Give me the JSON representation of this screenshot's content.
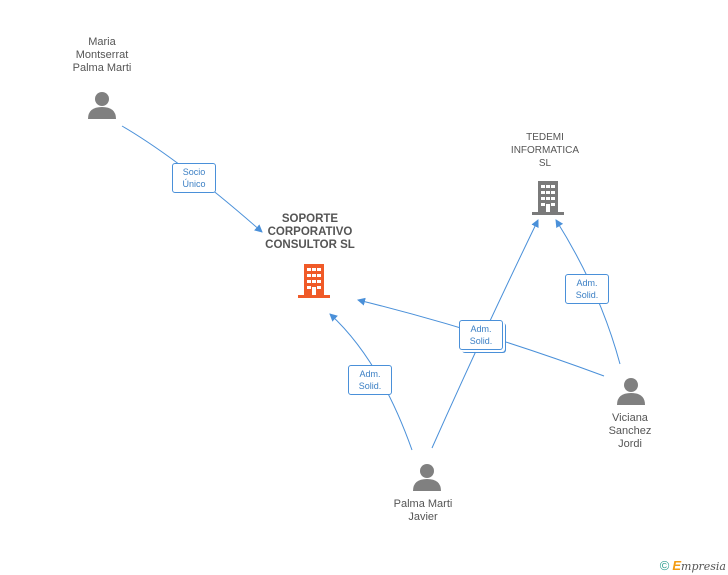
{
  "nodes": {
    "maria": {
      "lines": [
        "Maria",
        "Montserrat",
        "Palma Marti"
      ]
    },
    "soporte": {
      "lines": [
        "SOPORTE",
        "CORPORATIVO",
        "CONSULTOR SL"
      ]
    },
    "tedemi": {
      "lines": [
        "TEDEMI",
        "INFORMATICA",
        "SL"
      ]
    },
    "viciana": {
      "lines": [
        "Viciana",
        "Sanchez",
        "Jordi"
      ]
    },
    "palma": {
      "lines": [
        "Palma Marti",
        "Javier"
      ]
    }
  },
  "edges": {
    "socio_unico": {
      "lines": [
        "Socio",
        "Único"
      ]
    },
    "adm_solid_1": {
      "lines": [
        "Adm.",
        "Solid."
      ]
    },
    "adm_solid_2": {
      "lines": [
        "Adm.",
        "Solid."
      ]
    },
    "adm_solid_3": {
      "lines": [
        "Adm.",
        "Solid."
      ]
    }
  },
  "colors": {
    "edge": "#4a90d9",
    "main_company": "#f05a28",
    "company": "#7a7a7a",
    "person": "#808080"
  },
  "footer": {
    "copyright": "©",
    "brand_e": "E",
    "brand_rest": "mpresia"
  }
}
